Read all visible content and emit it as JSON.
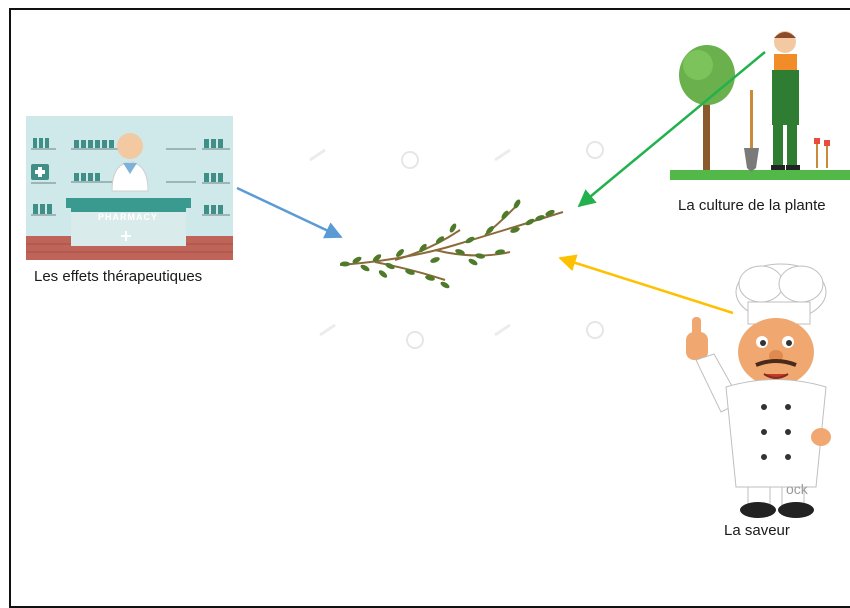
{
  "labels": {
    "pharmacy": "Les effets thérapeutiques",
    "garden": "La culture de la plante",
    "chef": "La saveur"
  },
  "pharmacy_sign": "PHARMACY",
  "watermark": "ock",
  "colors": {
    "arrow_pharmacy": "#5b9bd5",
    "arrow_garden": "#22b14c",
    "arrow_chef": "#ffc000",
    "herb": "#4f7a2a"
  }
}
